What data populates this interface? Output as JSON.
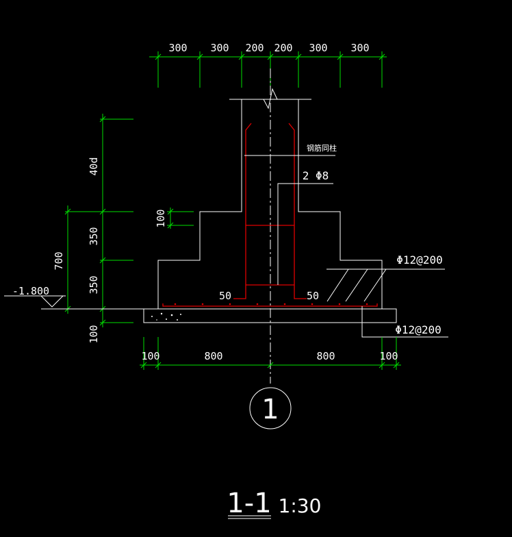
{
  "dimensions": {
    "top": [
      "300",
      "300",
      "200",
      "200",
      "300",
      "300"
    ],
    "left_outer": "700",
    "left_inner": [
      "40d",
      "350",
      "350",
      "100"
    ],
    "left_small": "100",
    "bottom": [
      "100",
      "800",
      "800",
      "100"
    ],
    "hook_left": "50",
    "hook_right": "50"
  },
  "labels": {
    "elevation": "-1.800",
    "column_note": "钢筋同柱",
    "stirrup": "2 Φ8",
    "rebar_top": "Φ12@200",
    "rebar_bottom": "Φ12@200"
  },
  "detail_marker": "1",
  "section": {
    "name": "1-1",
    "scale": "1:30"
  },
  "colors": {
    "background": "#000000",
    "dimension": "#00e000",
    "outline": "#ffffff",
    "rebar": "#e00000"
  }
}
